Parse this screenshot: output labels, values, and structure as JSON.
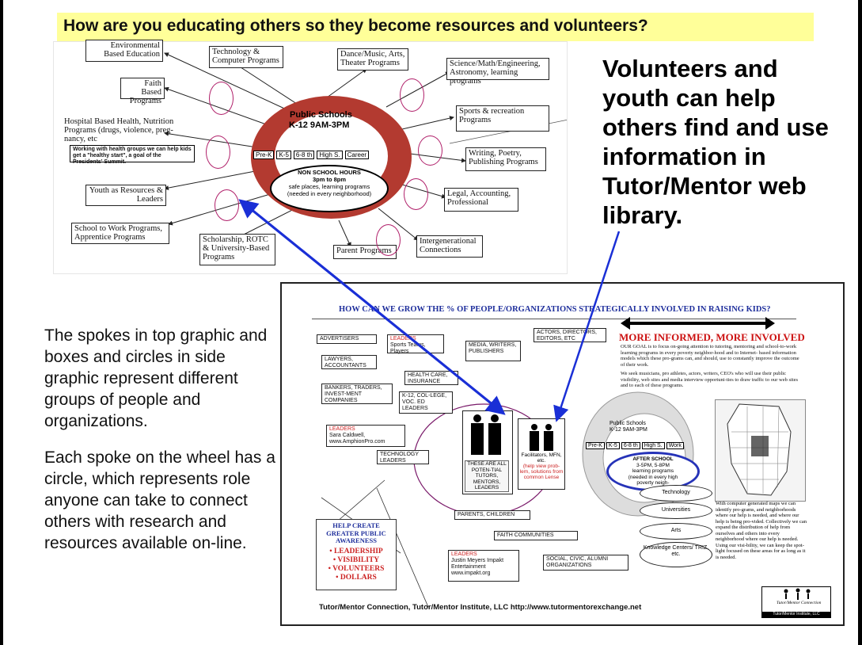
{
  "title": "How are you educating others so they become resources and volunteers?",
  "right_callout": "Volunteers and youth can help others find and use information in Tutor/Mentor web library.",
  "left_text": {
    "p1": "The spokes in top graphic and boxes and circles in side graphic represent different groups of people and organizations.",
    "p2": "Each spoke on the wheel has a circle, which represents role anyone can take to connect others with research and resources available on-line."
  },
  "top_graphic": {
    "hub_line1": "Public Schools",
    "hub_line2": "K-12  9AM-3PM",
    "grades": [
      "Pre-K",
      "K-5",
      "6-8 th",
      "High S.",
      "Career"
    ],
    "non_school": [
      "NON SCHOOL HOURS",
      "3pm to 8pm",
      "safe places, learning programs",
      "(needed in every neighborhood)"
    ],
    "boxes": {
      "environmental": "Environmental Based Education",
      "technology": "Technology & Computer Programs",
      "dance": "Dance/Music, Arts, Theater Programs",
      "science": "Science/Math/Engineering, Astronomy, learning programs",
      "faith": "Faith Based Programs",
      "sports": "Sports & recreation Programs",
      "hospital": "Hospital Based Health, Nutrition Programs (drugs, violence, preg-nancy, etc",
      "health_note": "Working with health groups we can help kids get a \"healthy start\", a goal of the Presidents' Summit.",
      "writing": "Writing, Poetry, Publishing Programs",
      "youth": "Youth as Resources & Leaders",
      "legal": "Legal, Accounting, Professional",
      "school_to_work": "School to Work Programs, Apprentice Programs",
      "scholarship": "Scholarship, ROTC & University-Based Programs",
      "parent": "Parent Programs",
      "intergenerational": "Intergenerational Connections"
    }
  },
  "side_graphic": {
    "title": "HOW CAN WE GROW THE % OF PEOPLE/ORGANIZATIONS STRATEGICALLY INVOLVED IN RAISING KIDS?",
    "more_informed": "MORE INFORMED, MORE INVOLVED",
    "goal_p1": "OUR GOAL is to focus on-going attention to tutoring, mentoring and school-to-work learning programs in every poverty neighbor-hood and to Internet- based information models which these pro-grams can, and should, use to constantly improve the outcome of their work.",
    "goal_p2": "We seek musicians, pro athletes, actors, writers, CEO's who will use their public visibility, web sites and media interview opportuni-ties to draw traffic to our web sites and to each of these programs.",
    "boxes": {
      "advertisers": "ADVERTISERS",
      "leaders_sports_line1": "LEADERS",
      "leaders_sports_line2": "Sports Teams, Players",
      "actors": "ACTORS, DIRECTORS, EDITORS, ETC",
      "media": "MEDIA, WRITERS, PUBLISHERS",
      "lawyers": "LAWYERS, ACCOUNTANTS",
      "health": "HEALTH CARE, INSURANCE",
      "bankers": "BANKERS, TRADERS, INVEST-MENT COMPANIES",
      "k12": "K-12, COL-LEGE, VOC. ED LEADERS",
      "leaders_sara_line1": "LEADERS",
      "leaders_sara_line2": "Sara Caldwell, www.AmphionPro.com",
      "tech_leaders": "TECHNOLOGY LEADERS",
      "potential": "THESE ARE ALL POTEN-TIAL TUTORS, MENTORS, LEADERS",
      "facilitators_line1": "Facilitators, MFN, etc.",
      "facilitators_line2": "(help view prob-lem, solutions from common Lense",
      "parents": "PARENTS, CHILDREN",
      "faith": "FAITH COMMUNITIES",
      "leaders_justin_line1": "LEADERS",
      "leaders_justin_line2": "Justin Meyers Impakt Entertainment www.impakt.org",
      "social": "SOCIAL, CIVIC, ALUMNI ORGANIZATIONS"
    },
    "school_line1": "Public Schools",
    "school_line2": "K-12  9AM-3PM",
    "grades": [
      "Pre-K",
      "K-5",
      "6-8 th",
      "High S.",
      "Work"
    ],
    "after_school": [
      "AFTER SCHOOL",
      "3-5PM, 5-8PM",
      "learning programs",
      "(needed in every high",
      "poverty neigh-"
    ],
    "pills": [
      "Technology",
      "Universities",
      "Arts",
      "Knowledge Centers/ TRIZ, etc."
    ],
    "help_box_title": "HELP CREATE GREATER PUBLIC AWARENESS",
    "help_items": [
      "• LEADERSHIP",
      "• VISIBILITY",
      "• VOLUNTEERS",
      "• DOLLARS"
    ],
    "map_caption": "With computer generated maps we can identify pro-grams, and neighborhoods where our help is needed, and where our help is being pro-vided. Collectively we can expand the distribution of help from ourselves and others into every neighborhood where our help is needed. Using our visi-bility, we can keep the spot-light focused on these areas for as long as it is needed.",
    "footer": "Tutor/Mentor Connection, Tutor/Mentor Institute, LLC http://www.tutormentorexchange.net",
    "logo_text": "Tutor/Mentor Connection",
    "logo_bar": "Tutor/Mentor Institute, LLC"
  },
  "colors": {
    "title_bg": "#ffff99",
    "hub_red": "#b33a30",
    "arrow_blue": "#1a2fd6",
    "ring_magenta": "#b0206a"
  }
}
